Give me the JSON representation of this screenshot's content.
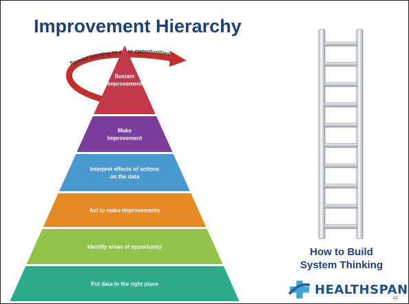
{
  "slide": {
    "title": "Improvement Hierarchy",
    "arrow_label": "Spread learning to other opportunities",
    "pyramid_levels": [
      {
        "lines": [
          "Sustain",
          "Improvement"
        ],
        "color": "#c0394b"
      },
      {
        "lines": [
          "Make",
          "Improvement"
        ],
        "color": "#7b3d9a"
      },
      {
        "lines": [
          "Interpret effects of actions",
          "on the data"
        ],
        "color": "#4a98cf"
      },
      {
        "lines": [
          "Act to make improvements"
        ],
        "color": "#e68a25"
      },
      {
        "lines": [
          "Identify areas of opportunity"
        ],
        "color": "#93c24a"
      },
      {
        "lines": [
          "Put data in the right place"
        ],
        "color": "#2da98c"
      }
    ],
    "arrow_color": "#c0312b",
    "caption_lines": [
      "How to Build",
      "System Thinking"
    ],
    "logo_text": "HEALTHSPAN",
    "logo_colors": [
      "#3fa4d8",
      "#2a5f9e"
    ],
    "slide_number": "22"
  }
}
